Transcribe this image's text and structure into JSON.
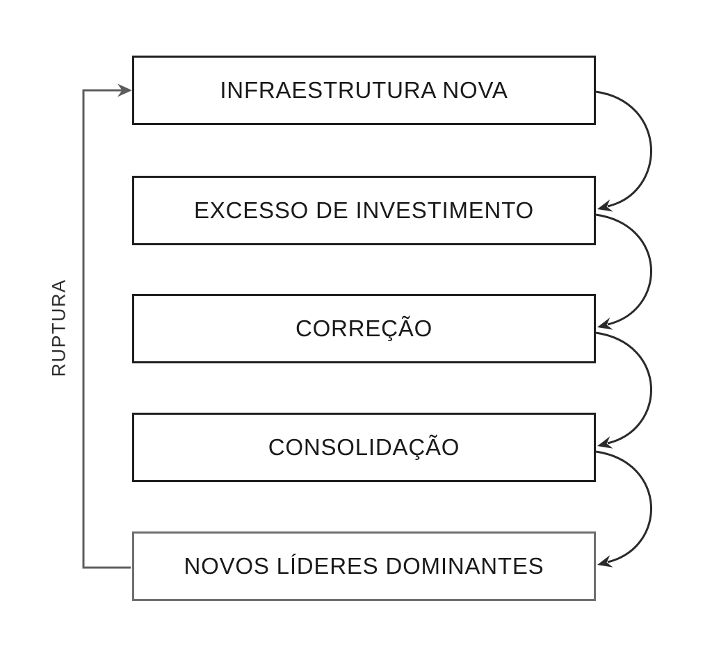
{
  "diagram": {
    "side_label": "RUPTURA",
    "stages": [
      {
        "label": "INFRAESTRUTURA NOVA"
      },
      {
        "label": "EXCESSO DE INVESTIMENTO"
      },
      {
        "label": "CORREÇÃO"
      },
      {
        "label": "CONSOLIDAÇÃO"
      },
      {
        "label": "NOVOS LÍDERES DOMINANTES"
      }
    ],
    "colors": {
      "background": "#ffffff",
      "box_border": "#1f1f1f",
      "final_box_border": "#6e6e6e",
      "loop_line": "#5d5d5d",
      "arc_line": "#2a2a2a",
      "text": "#1a1a1a"
    }
  }
}
